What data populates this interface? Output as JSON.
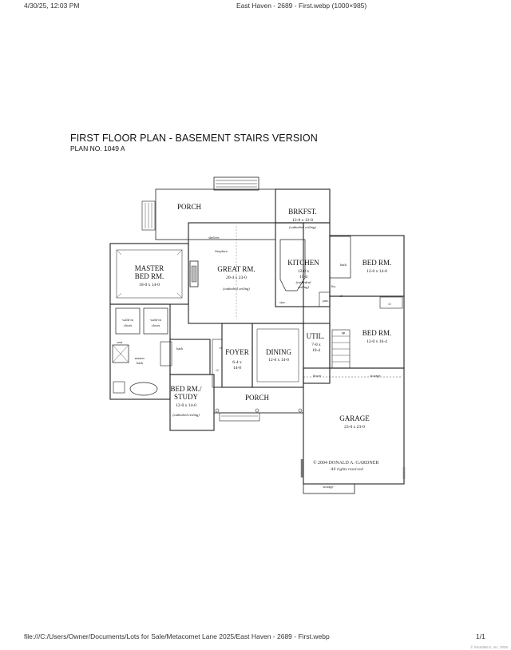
{
  "header": {
    "datetime": "4/30/25, 12:03 PM",
    "doc_title": "East Haven - 2689 - First.webp (1000×985)"
  },
  "plan": {
    "title": "FIRST FLOOR PLAN - BASEMENT STAIRS VERSION",
    "number": "PLAN NO. 1049 A"
  },
  "rooms": {
    "porch_top": {
      "name": "PORCH"
    },
    "brkfst": {
      "name": "BRKFST.",
      "dims": "12-0 x 12-0",
      "note": "(cathedral ceiling)"
    },
    "master": {
      "name1": "MASTER",
      "name2": "BED RM.",
      "dims": "18-0 x 14-0"
    },
    "great": {
      "name": "GREAT RM.",
      "dims": "20-4 x 23-0",
      "note": "(cathedral ceiling)"
    },
    "kitchen": {
      "name": "KITCHEN",
      "dims1": "12-0 x",
      "dims2": "15-4",
      "note1": "(cathedral",
      "note2": "ceiling)"
    },
    "bed_ne": {
      "name": "BED RM.",
      "dims": "12-0 x 14-0"
    },
    "bed_e": {
      "name": "BED RM.",
      "dims": "12-0 x 16-4"
    },
    "util": {
      "name": "UTIL.",
      "dims1": "7-0 x",
      "dims2": "10-4"
    },
    "foyer": {
      "name": "FOYER",
      "dims1": "6-4 x",
      "dims2": "14-0"
    },
    "dining": {
      "name": "DINING",
      "dims": "12-0 x 14-0"
    },
    "study": {
      "name1": "BED RM./",
      "name2": "STUDY",
      "dims": "12-0 x 14-0",
      "note": "(cathedral ceiling)"
    },
    "porch_front": {
      "name": "PORCH"
    },
    "garage": {
      "name": "GARAGE",
      "dims": "23-0 x 23-0"
    }
  },
  "small_labels": {
    "shelves": "shelves",
    "fireplace": "fireplace",
    "walkin1": "walk-in",
    "walkin2": "closet",
    "master_bath1": "master",
    "master_bath2": "bath",
    "seat": "seat",
    "bath": "bath",
    "cl": "cl",
    "pan": "pan.",
    "lin": "lin.",
    "stor": "stor.",
    "up": "up",
    "down": "down",
    "storage": "storage"
  },
  "copyright": {
    "line1": "© 2004 DONALD A. GARDNER",
    "line2": "All rights reserved"
  },
  "footer": {
    "path": "file:///C:/Users/Owner/Documents/Lots for Sale/Metacomet Lane 2025/East Haven - 2689 - First.webp",
    "page": "1/1",
    "watermark": "© SmartMLS, Inc. 2025"
  }
}
